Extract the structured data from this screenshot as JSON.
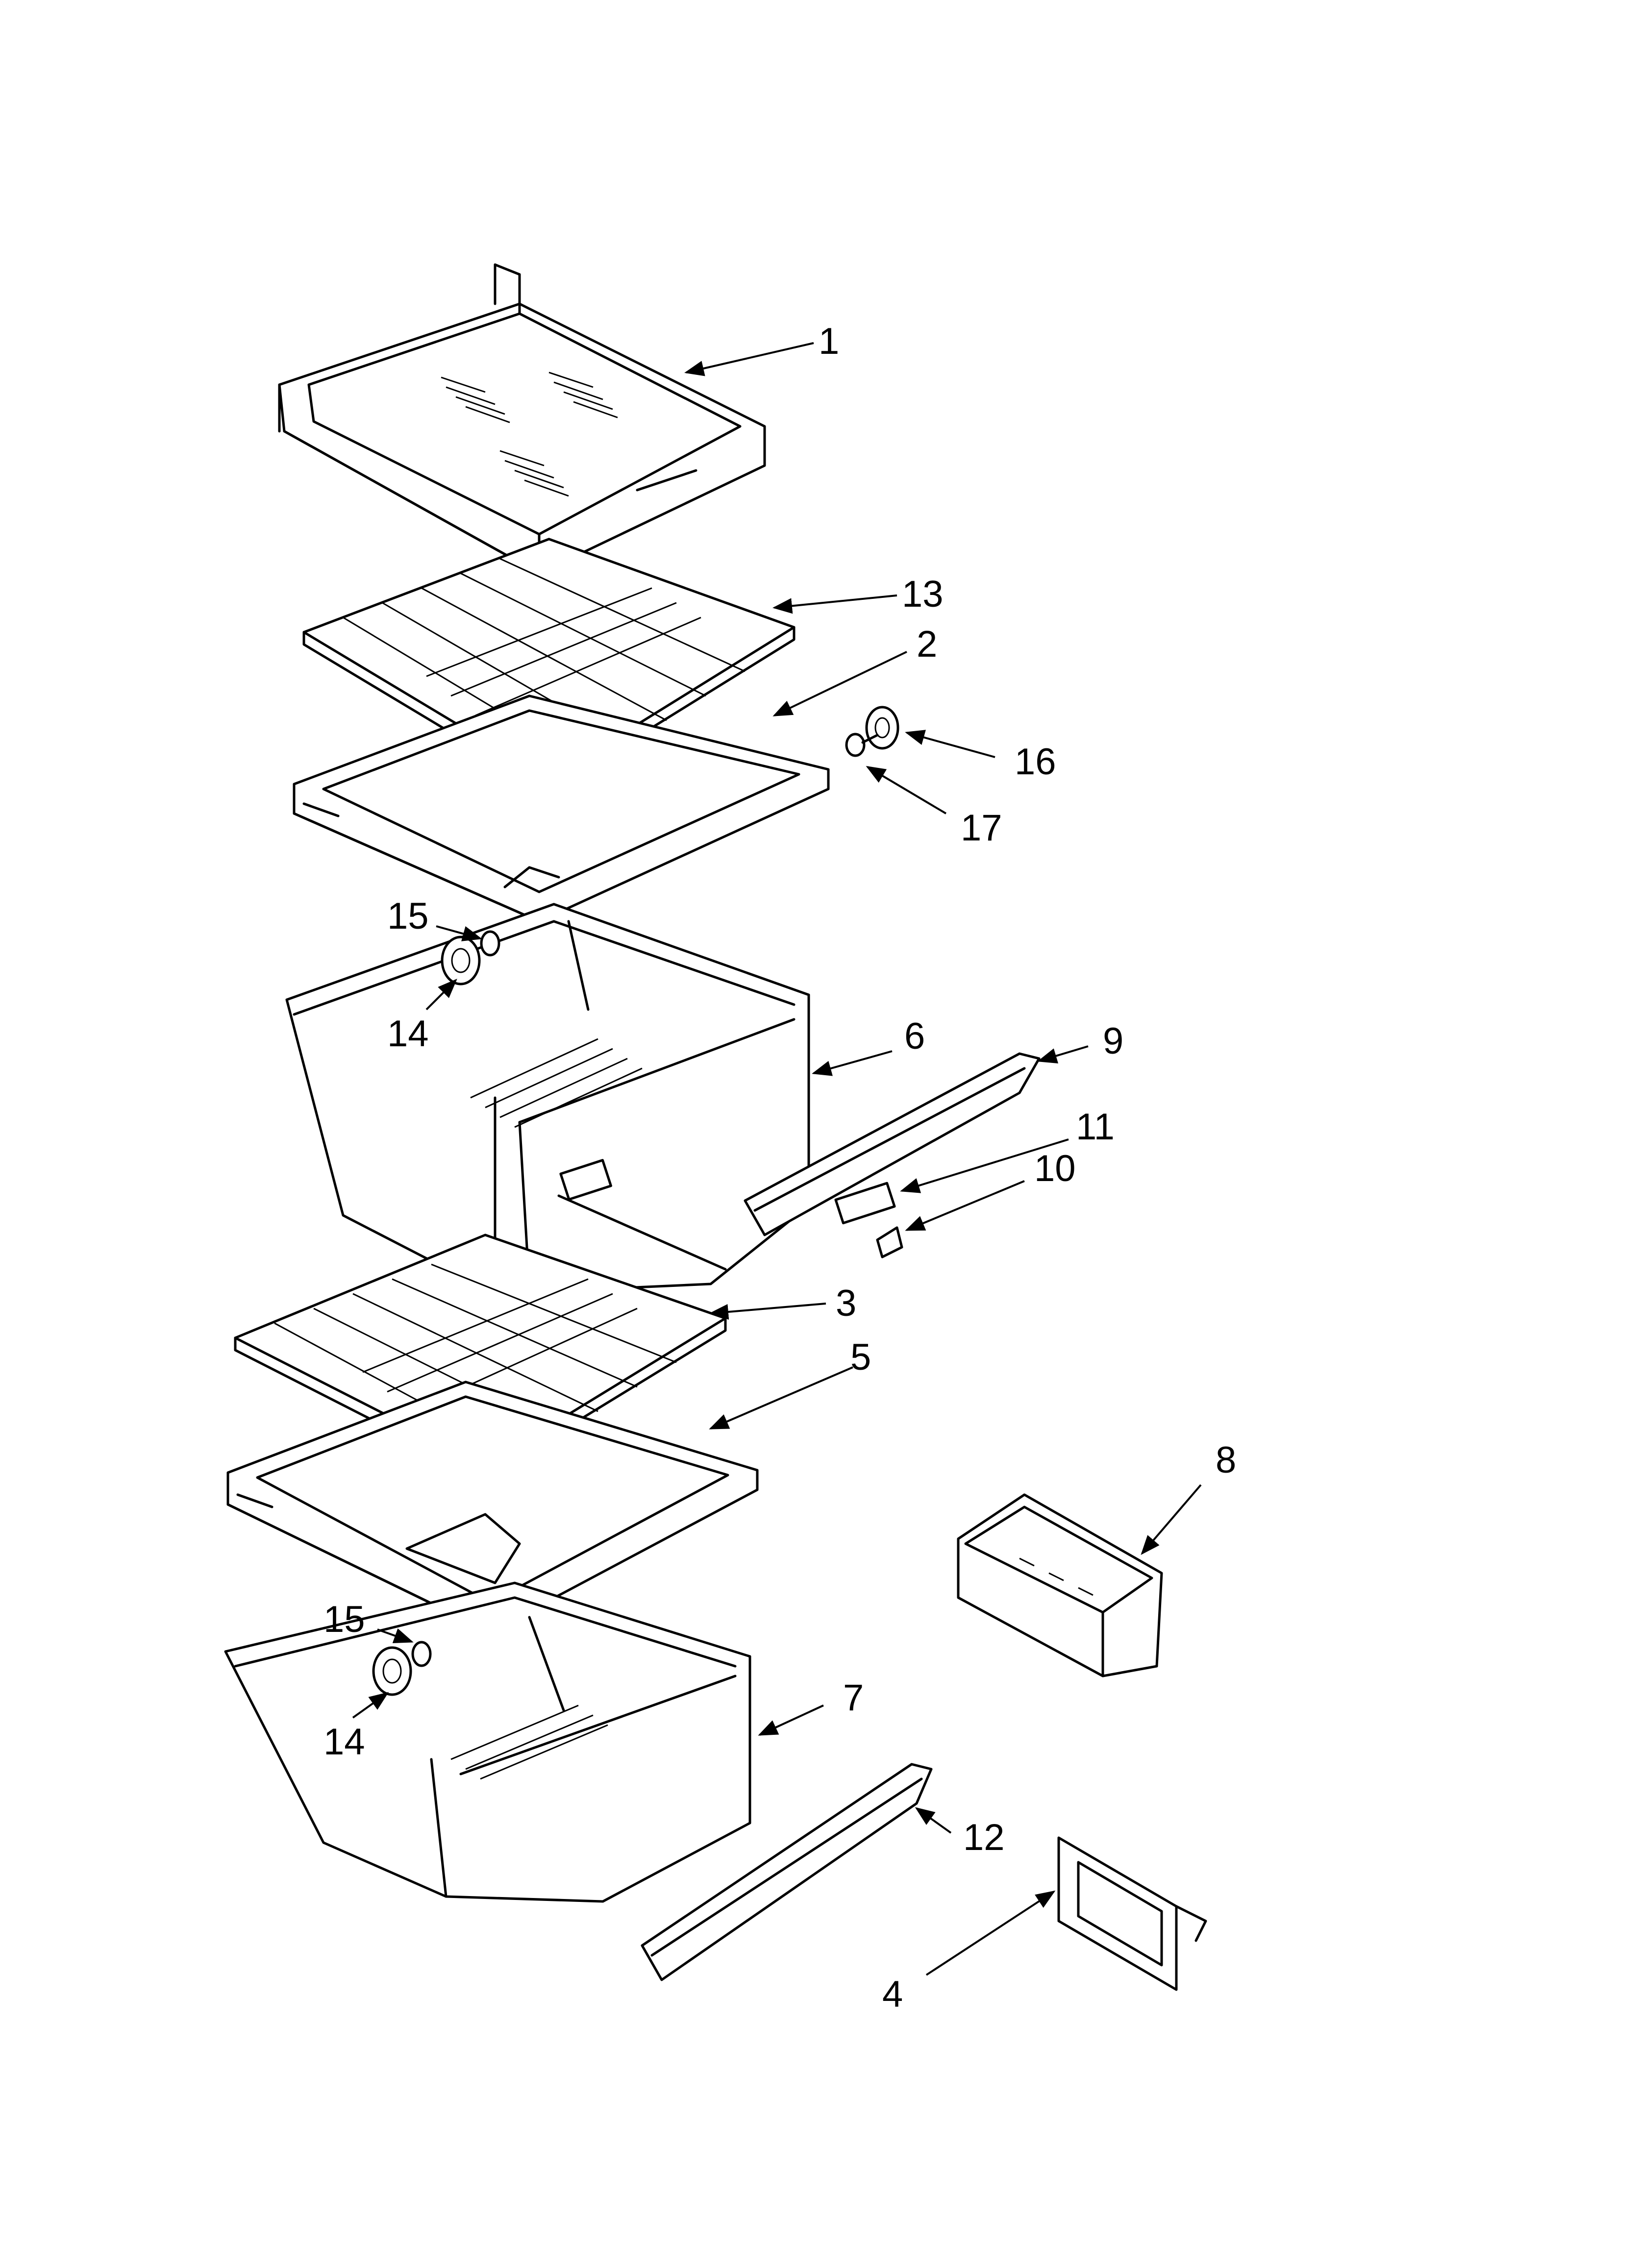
{
  "diagram": {
    "callouts": [
      {
        "id": "c1",
        "label": "1"
      },
      {
        "id": "c13",
        "label": "13"
      },
      {
        "id": "c2",
        "label": "2"
      },
      {
        "id": "c16",
        "label": "16"
      },
      {
        "id": "c17",
        "label": "17"
      },
      {
        "id": "c15a",
        "label": "15"
      },
      {
        "id": "c14a",
        "label": "14"
      },
      {
        "id": "c6",
        "label": "6"
      },
      {
        "id": "c9",
        "label": "9"
      },
      {
        "id": "c11",
        "label": "11"
      },
      {
        "id": "c10",
        "label": "10"
      },
      {
        "id": "c3",
        "label": "3"
      },
      {
        "id": "c5",
        "label": "5"
      },
      {
        "id": "c8",
        "label": "8"
      },
      {
        "id": "c15b",
        "label": "15"
      },
      {
        "id": "c14b",
        "label": "14"
      },
      {
        "id": "c7",
        "label": "7"
      },
      {
        "id": "c12",
        "label": "12"
      },
      {
        "id": "c4",
        "label": "4"
      }
    ]
  }
}
